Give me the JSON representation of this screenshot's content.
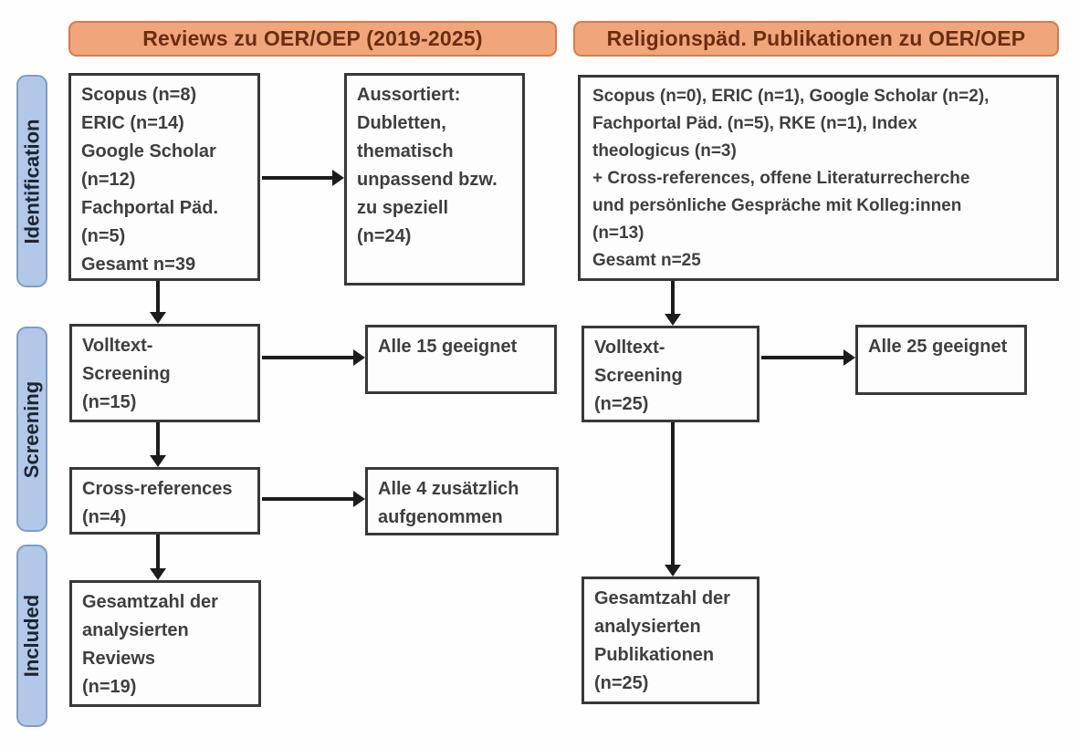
{
  "headers": {
    "left": "Reviews zu OER/OEP (2019-2025)",
    "right": "Religionspäd. Publikationen zu OER/OEP"
  },
  "stages": {
    "identification": "Identification",
    "screening": "Screening",
    "included": "Included"
  },
  "left_flow": {
    "sources": {
      "lines": [
        "Scopus (n=8)",
        "ERIC (n=14)",
        "Google Scholar",
        "(n=12)",
        "Fachportal Päd.",
        "(n=5)",
        "Gesamt n=39"
      ]
    },
    "excluded": {
      "lines": [
        "Aussortiert:",
        "Dubletten,",
        "thematisch",
        "unpassend bzw.",
        "zu speziell",
        "(n=24)"
      ]
    },
    "fulltext": {
      "lines": [
        "Volltext-",
        "Screening",
        "(n=15)"
      ]
    },
    "fulltext_result": {
      "lines": [
        "Alle 15 geeignet"
      ]
    },
    "crossrefs": {
      "lines": [
        "Cross-references",
        "(n=4)"
      ]
    },
    "crossrefs_result": {
      "lines": [
        "Alle 4 zusätzlich",
        "aufgenommen"
      ]
    },
    "included_total": {
      "lines": [
        "Gesamtzahl der",
        "analysierten",
        "Reviews",
        "(n=19)"
      ]
    }
  },
  "right_flow": {
    "sources": {
      "lines": [
        "Scopus (n=0), ERIC (n=1), Google Scholar (n=2),",
        "Fachportal Päd. (n=5), RKE (n=1), Index",
        "theologicus (n=3)",
        "+ Cross-references, offene Literaturrecherche",
        "und persönliche Gespräche mit Kolleg:innen",
        "(n=13)",
        "Gesamt n=25"
      ]
    },
    "fulltext": {
      "lines": [
        "Volltext-",
        "Screening",
        "(n=25)"
      ]
    },
    "fulltext_result": {
      "lines": [
        "Alle 25 geeignet"
      ]
    },
    "included_total": {
      "lines": [
        "Gesamtzahl der",
        "analysierten",
        "Publikationen",
        "(n=25)"
      ]
    }
  },
  "colors": {
    "header_fill": "#f0a57a",
    "header_border": "#d87c45",
    "header_text": "#6b2d12",
    "stage_fill": "#b2c8e8",
    "stage_border": "#7e9cc8",
    "stage_text": "#1e2430",
    "box_border": "#383838",
    "box_text": "#3f3f3f",
    "arrow": "#1c1c1c"
  }
}
